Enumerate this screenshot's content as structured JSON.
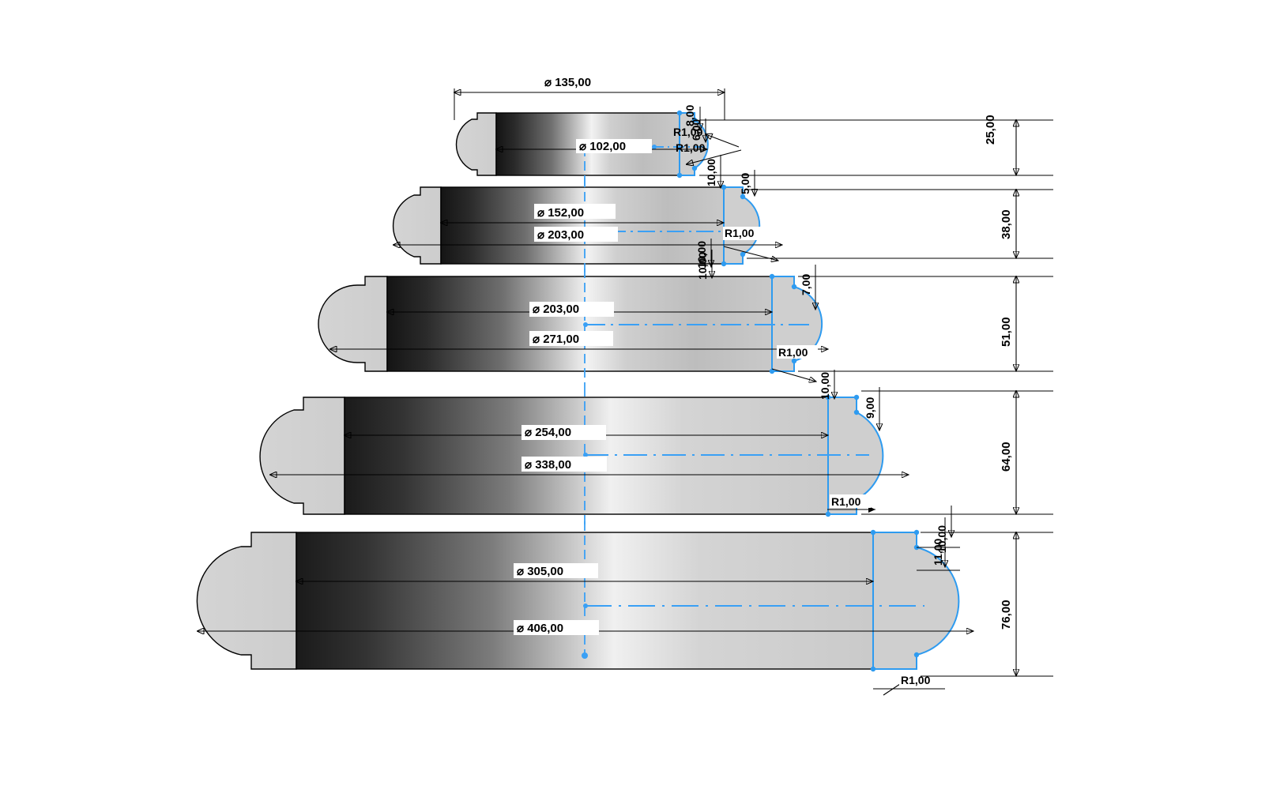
{
  "drawing": {
    "type": "cad-technical-drawing",
    "description": "Stepped disc / pulley family sectional profiles with diameter and thickness dimensions",
    "units": "mm",
    "decimal_separator": ",",
    "background_color": "#ffffff",
    "colors": {
      "line": "#000000",
      "sketch_highlight": "#2e9bf0",
      "centerline": "#3aa0f5",
      "material_light": "#d0d0d0",
      "material_dark": "#1a1a1a",
      "material_mid": "#8a8a8a"
    },
    "diameter_symbol": "⌀"
  },
  "parts": [
    {
      "id": "part-1",
      "outer_diameter_label": "⌀ 135,00",
      "inner_diameter_label": "⌀ 102,00",
      "thickness_label": "25,00",
      "fillet_labels": [
        "R1,00",
        "R1,00"
      ],
      "step_labels": [
        "8,00",
        "6,00"
      ]
    },
    {
      "id": "part-2",
      "outer_diameter_label": "⌀ 203,00",
      "inner_diameter_label": "⌀ 152,00",
      "thickness_label": "38,00",
      "fillet_labels": [
        "R1,00"
      ],
      "step_labels": [
        "10,00",
        "5,00",
        "10,00"
      ]
    },
    {
      "id": "part-3",
      "outer_diameter_label": "⌀ 271,00",
      "inner_diameter_label": "⌀ 203,00",
      "thickness_label": "51,00",
      "fillet_labels": [
        "R1,00"
      ],
      "step_labels": [
        "10,00",
        "7,00"
      ]
    },
    {
      "id": "part-4",
      "outer_diameter_label": "⌀ 338,00",
      "inner_diameter_label": "⌀ 254,00",
      "thickness_label": "64,00",
      "fillet_labels": [
        "R1,00"
      ],
      "step_labels": [
        "10,00",
        "9,00"
      ]
    },
    {
      "id": "part-5",
      "outer_diameter_label": "⌀ 406,00",
      "inner_diameter_label": "⌀ 305,00",
      "thickness_label": "76,00",
      "fillet_labels": [
        "R1,00"
      ],
      "step_labels": [
        "10,00",
        "11,00"
      ]
    }
  ],
  "labels": {
    "dia_135": "⌀ 135,00",
    "dia_102": "⌀ 102,00",
    "dia_152": "⌀ 152,00",
    "dia_203a": "⌀ 203,00",
    "dia_203b": "⌀ 203,00",
    "dia_271": "⌀ 271,00",
    "dia_254": "⌀ 254,00",
    "dia_338": "⌀ 338,00",
    "dia_305": "⌀ 305,00",
    "dia_406": "⌀ 406,00",
    "t_25": "25,00",
    "t_38": "38,00",
    "t_51": "51,00",
    "t_64": "64,00",
    "t_76": "76,00",
    "r1_a": "R1,00",
    "r1_b": "R1,00",
    "r1_c": "R1,00",
    "r1_d": "R1,00",
    "r1_e": "R1,00",
    "r1_f": "R1,00",
    "s_8": "8,00",
    "s_6": "6,00",
    "s_10a": "10,00",
    "s_5": "5,00",
    "s_10b": "10,00",
    "s_10c": "10,00",
    "s_7": "7,00",
    "s_10d": "10,00",
    "s_9": "9,00",
    "s_10e": "10,00",
    "s_11": "11,00"
  }
}
